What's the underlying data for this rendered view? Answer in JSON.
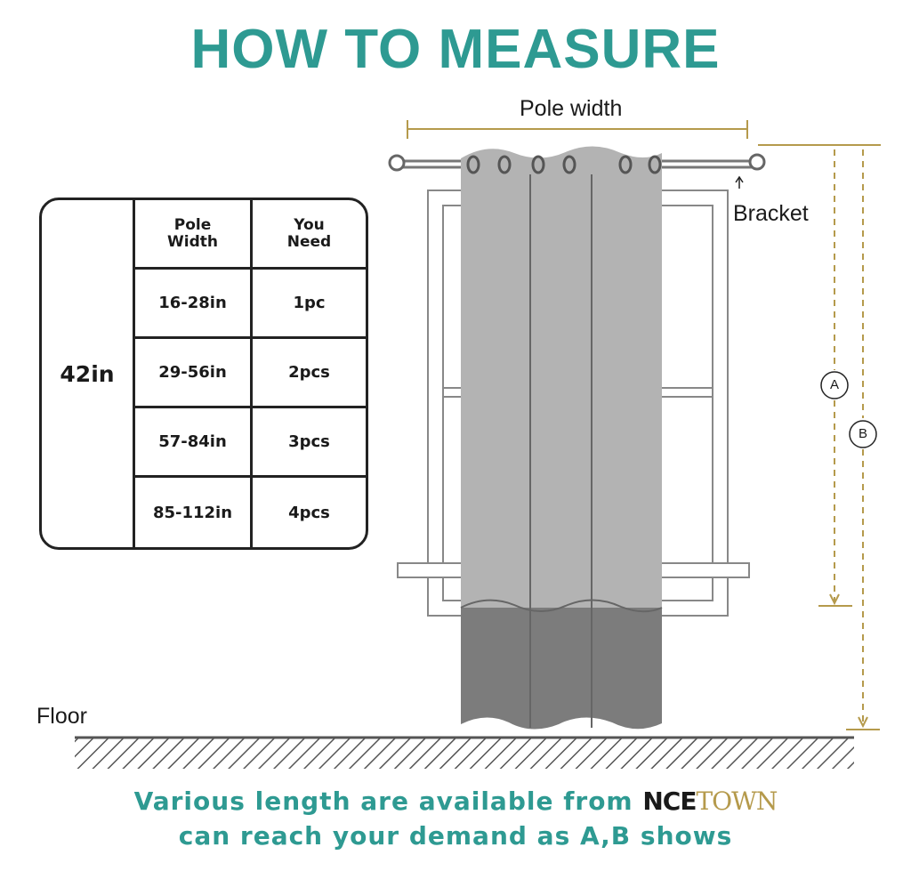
{
  "title": "HOW TO MEASURE",
  "colors": {
    "title": "#2e9a92",
    "footer": "#2e9a92",
    "brand_accent": "#b59a4c",
    "curtain_light": "#b3b3b3",
    "curtain_dark": "#7c7c7c"
  },
  "diagram": {
    "pole_width_label": "Pole width",
    "bracket_label": "Bracket",
    "floor_label": "Floor",
    "marker_a": "A",
    "marker_b": "B"
  },
  "table": {
    "size": "42in",
    "headers": [
      "Pole\nWidth",
      "You\nNeed"
    ],
    "rows": [
      {
        "width": "16-28in",
        "need": "1pc"
      },
      {
        "width": "29-56in",
        "need": "2pcs"
      },
      {
        "width": "57-84in",
        "need": "3pcs"
      },
      {
        "width": "85-112in",
        "need": "4pcs"
      }
    ]
  },
  "footer": {
    "line1": "Various length are available from",
    "brand_part1": "NCE",
    "brand_part2": "TOWN",
    "line2": "can reach your demand as A,B shows"
  }
}
